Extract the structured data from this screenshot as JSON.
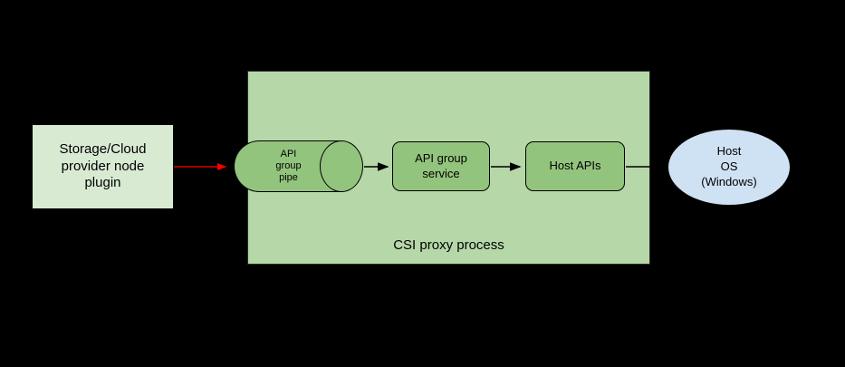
{
  "canvas": {
    "background": "#000000"
  },
  "nodes": {
    "plugin": {
      "label": "Storage/Cloud\nprovider node\nplugin",
      "fill": "#d9ead3"
    },
    "proxy_process": {
      "label": "CSI proxy process",
      "fill": "#b6d7a8"
    },
    "pipe": {
      "label": "API\ngroup\npipe",
      "fill": "#93c47d"
    },
    "service": {
      "label": "API group\nservice",
      "fill": "#93c47d"
    },
    "host_apis": {
      "label": "Host APIs",
      "fill": "#93c47d"
    },
    "host_os": {
      "label": "Host\nOS\n(Windows)",
      "fill": "#cfe2f3"
    }
  },
  "edges": [
    {
      "from": "plugin",
      "to": "pipe",
      "color": "#ff0000"
    },
    {
      "from": "pipe",
      "to": "service",
      "color": "#000000"
    },
    {
      "from": "service",
      "to": "host_apis",
      "color": "#000000"
    },
    {
      "from": "host_apis",
      "to": "host_os",
      "color": "#000000"
    }
  ]
}
